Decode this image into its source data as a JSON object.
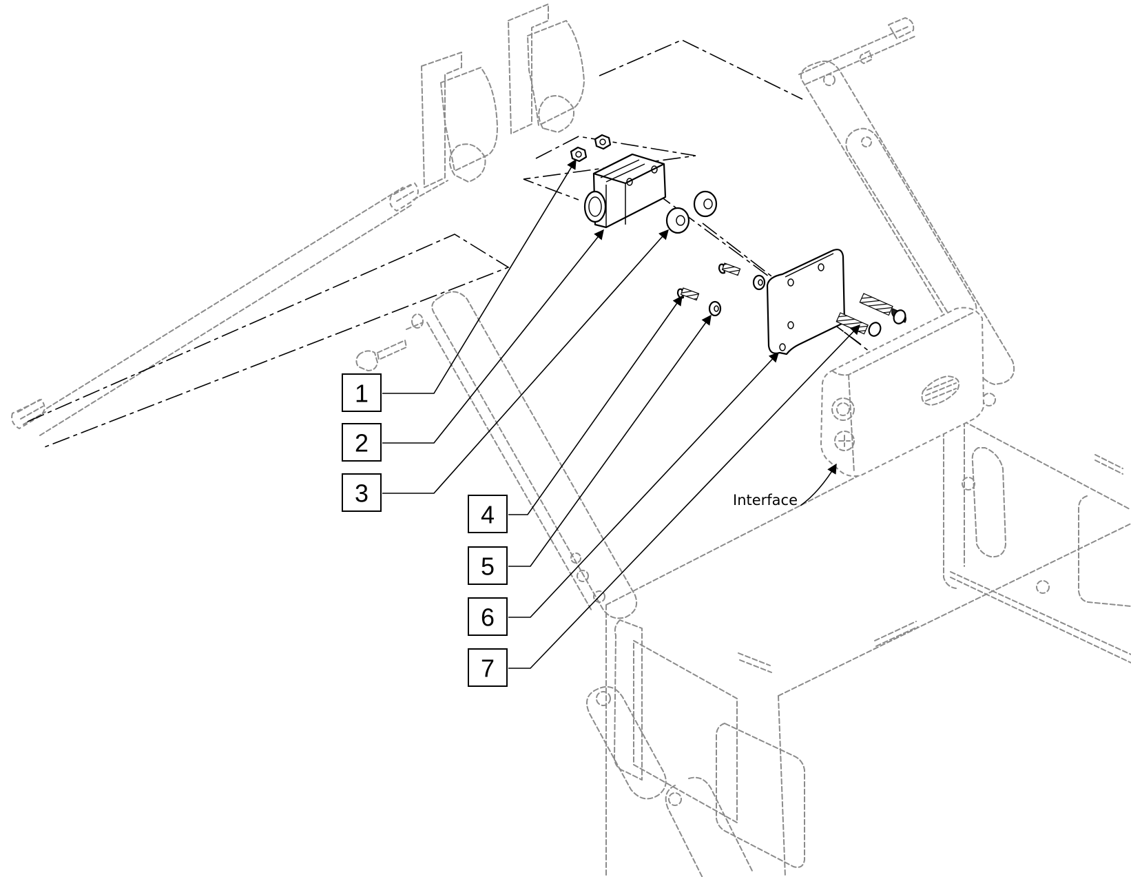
{
  "callouts": [
    "1",
    "2",
    "3",
    "4",
    "5",
    "6",
    "7"
  ],
  "interface_label": "Interface"
}
